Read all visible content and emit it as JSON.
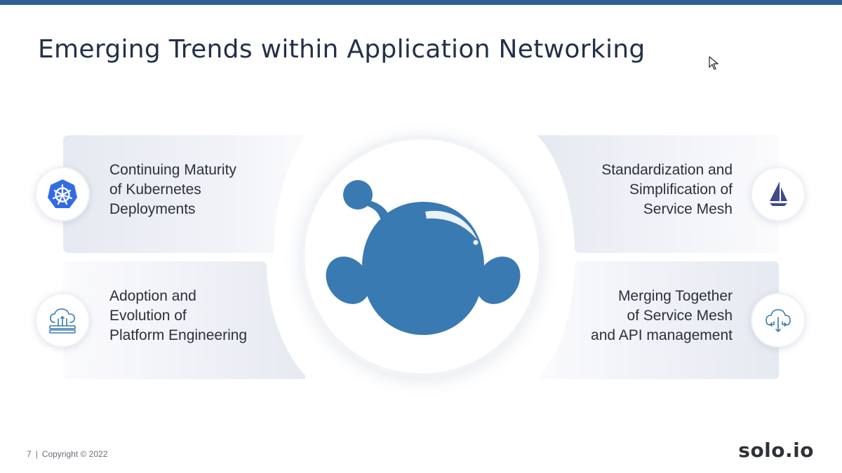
{
  "slide": {
    "title": "Emerging Trends within Application Networking",
    "accent_color": "#2f5f96",
    "logo_color": "#3a7ab3"
  },
  "trends": {
    "top_left": {
      "text": "Continuing Maturity\nof Kubernetes\nDeployments",
      "icon": "kubernetes-icon"
    },
    "bottom_left": {
      "text": "Adoption and\nEvolution of\nPlatform Engineering",
      "icon": "cloud-network-icon"
    },
    "top_right": {
      "text": "Standardization and\nSimplification of\nService Mesh",
      "icon": "istio-sail-icon"
    },
    "bottom_right": {
      "text": "Merging Together\nof Service  Mesh\nand API management",
      "icon": "cloud-transfer-icon"
    }
  },
  "center": {
    "icon": "solo-mascot-logo-icon"
  },
  "footer": {
    "page_number": "7",
    "separator": "|",
    "copyright": "Copyright © 2022",
    "brand": "solo.io"
  }
}
